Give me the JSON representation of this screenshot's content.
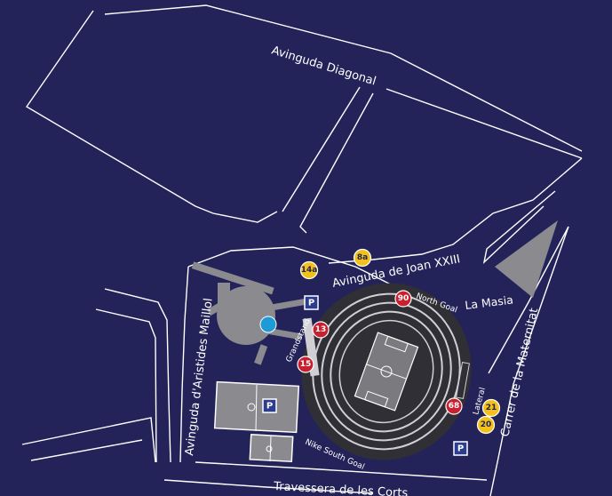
{
  "colors": {
    "background": "#23235a",
    "road_line": "#ffffff",
    "building_gray": "#8a8a8f",
    "stadium_dark": "#2f2f35",
    "pitch_green": "#7a7a7f",
    "red_marker": "#c8202f",
    "yellow_marker": "#f2c21a",
    "blue_dot": "#1f9ad8",
    "parking_blue": "#2c3d8f"
  },
  "streets": {
    "diagonal": "Avinguda Diagonal",
    "joan_xxiii": "Avinguda de Joan XXIII",
    "maillol": "Avinguda d'Aristides Maillol",
    "corts": "Travessera de les Corts",
    "maternitat": "Carrer de la Maternitat"
  },
  "places": {
    "la_masia": "La Masia",
    "north_goal": "North Goal",
    "south_goal": "Nike South Goal",
    "grandstand": "Grandstand",
    "lateral": "Lateral"
  },
  "red_markers": [
    "90",
    "13",
    "15",
    "68"
  ],
  "yellow_markers": [
    "14a",
    "8a",
    "21",
    "20"
  ],
  "parking": "P"
}
